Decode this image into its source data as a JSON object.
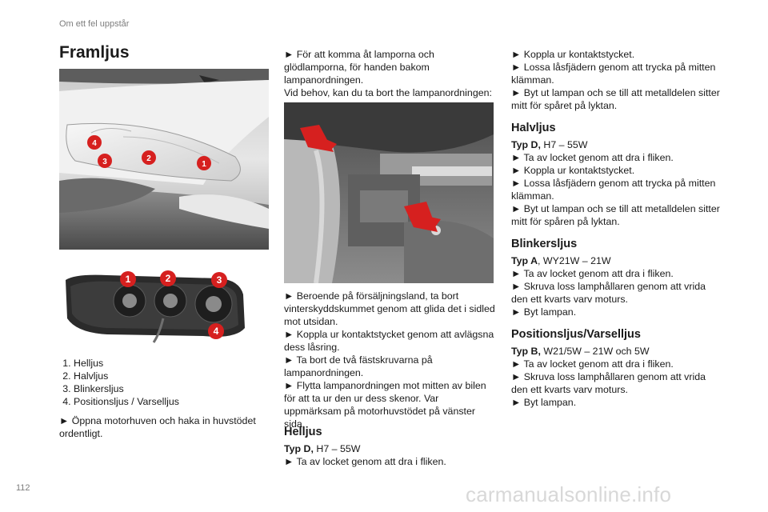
{
  "header": {
    "section": "Om ett fel uppstår"
  },
  "footer": {
    "page_number": "112",
    "watermark": "carmanualsonline.info"
  },
  "col1": {
    "title": "Framljus",
    "fig1_callouts": [
      "4",
      "3",
      "2",
      "1"
    ],
    "fig2_callouts": [
      "1",
      "2",
      "3",
      "4"
    ],
    "list": [
      "Helljus",
      "Halvljus",
      "Blinkersljus",
      "Positionsljus / Varselljus"
    ],
    "step1": "► Öppna motorhuven och haka in huvstödet ordentligt."
  },
  "col2": {
    "intro": [
      "► För att komma åt lamporna och glödlamporna, för handen bakom lampanordningen.",
      "Vid behov, kan du ta bort the lampanordningen:"
    ],
    "steps": [
      "► Beroende på försäljningsland, ta bort vinterskyddskummet genom att glida det i sidled mot utsidan.",
      "► Koppla ur kontaktstycket genom att avlägsna dess låsring.",
      "► Ta bort de två fästskruvarna på lampanordningen.",
      "► Flytta lampanordningen mot mitten av bilen för att ta ur den ur dess skenor. Var uppmärksam på motorhuvstödet på vänster sida."
    ],
    "helljus": {
      "title": "Helljus",
      "type_label": "Typ D,",
      "type_value": " H7 – 55W",
      "steps": [
        "► Ta av locket genom att dra i fliken."
      ]
    }
  },
  "col3": {
    "top_steps": [
      "► Koppla ur kontaktstycket.",
      "► Lossa låsfjädern genom att trycka på mitten klämman.",
      "► Byt ut lampan och se till att metalldelen sitter mitt för spåret på lyktan."
    ],
    "halvljus": {
      "title": "Halvljus",
      "type_label": "Typ D,",
      "type_value": " H7 – 55W",
      "steps": [
        "► Ta av locket genom att dra i fliken.",
        "► Koppla ur kontaktstycket.",
        "► Lossa låsfjädern genom att trycka på mitten klämman.",
        "► Byt ut lampan och se till att metalldelen sitter mitt för spåren på lyktan."
      ]
    },
    "blinker": {
      "title": "Blinkersljus",
      "type_label": "Typ A",
      "type_value": ", WY21W – 21W",
      "steps": [
        "► Ta av locket genom att dra i fliken.",
        "► Skruva loss lamphållaren genom att vrida den ett kvarts varv moturs.",
        "► Byt lampan."
      ]
    },
    "position": {
      "title": "Positionsljus/Varselljus",
      "type_label": "Typ B,",
      "type_value": " W21/5W – 21W och 5W",
      "steps": [
        "► Ta av locket genom att dra i fliken.",
        "► Skruva loss lamphållaren genom att vrida den ett kvarts varv moturs.",
        "► Byt lampan."
      ]
    }
  }
}
